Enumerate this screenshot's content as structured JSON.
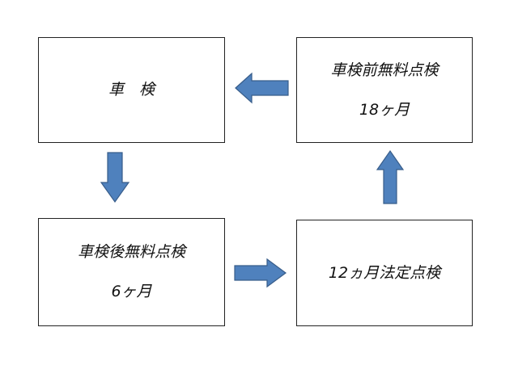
{
  "boxes": {
    "shaken": {
      "title": "車　検"
    },
    "pre": {
      "title": "車検前無料点検",
      "period": "18ヶ月"
    },
    "post": {
      "title": "車検後無料点検",
      "period": "6ヶ月"
    },
    "twelve": {
      "title": "12ヵ月法定点検"
    }
  },
  "arrows": [
    {
      "from": "shaken",
      "to": "post",
      "direction": "down"
    },
    {
      "from": "post",
      "to": "twelve",
      "direction": "right"
    },
    {
      "from": "twelve",
      "to": "pre",
      "direction": "up"
    },
    {
      "from": "pre",
      "to": "shaken",
      "direction": "left"
    }
  ],
  "colors": {
    "arrow_fill": "#4f81bd",
    "arrow_stroke": "#385d8a",
    "box_border": "#222222"
  }
}
